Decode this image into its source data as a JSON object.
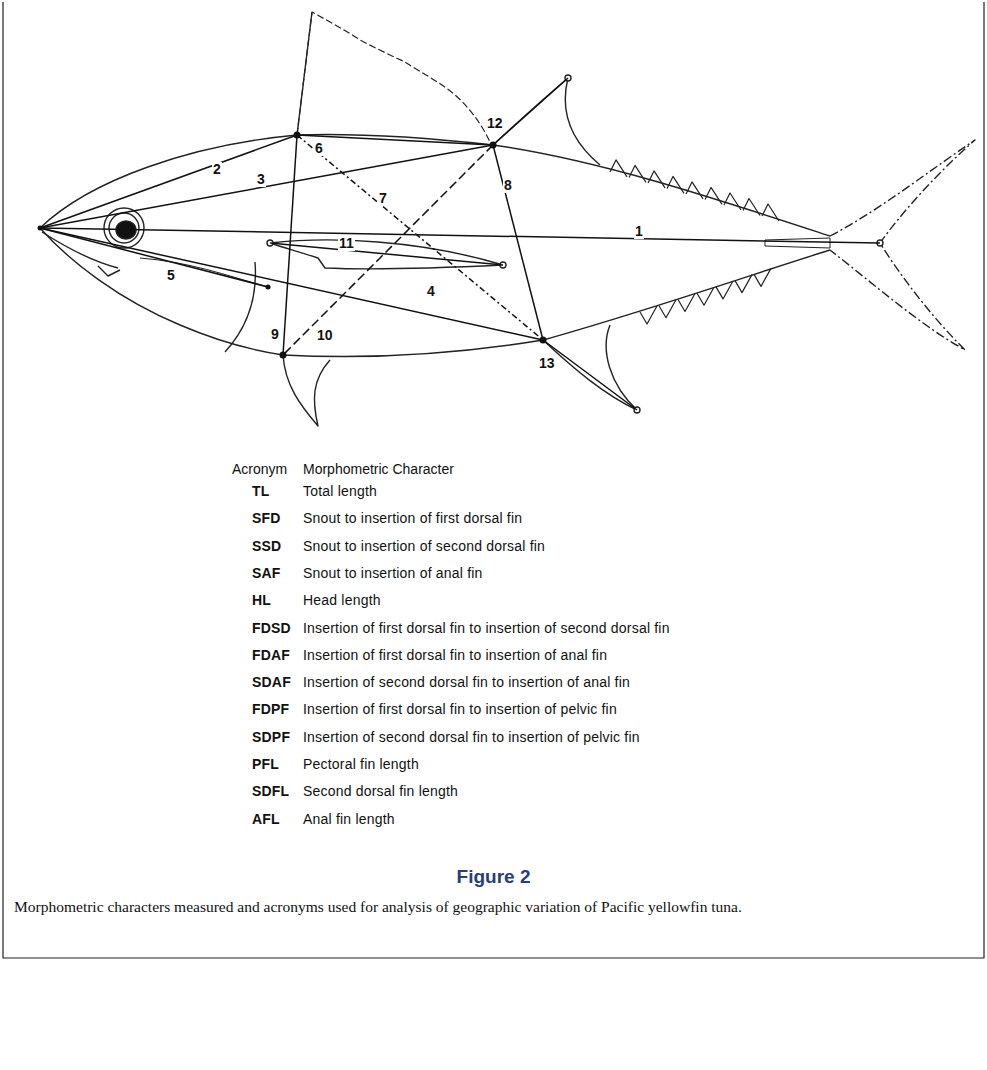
{
  "diagram": {
    "title": "Figure 2",
    "caption": "Morphometric characters measured and acronyms used for analysis of geographic variation of Pacific yellowfin tuna.",
    "labels": [
      "1",
      "2",
      "3",
      "4",
      "5",
      "6",
      "7",
      "8",
      "9",
      "10",
      "11",
      "12",
      "13",
      "Acronym",
      "Morphometric Character",
      "TL",
      "Total length",
      "SFD",
      "Snout to insertion of first dorsal fin",
      "SSD",
      "Snout to insertion of second dorsal fin",
      "SAF",
      "Snout to insertion of anal fin",
      "HL",
      "Head length",
      "FDSD",
      "Insertion of first dorsal fin to insertion of second dorsal fin",
      "FDAF",
      "Insertion of first dorsal fin to insertion of anal fin",
      "SDAF",
      "Insertion of second dorsal fin to insertion of anal fin",
      "FDPF",
      "Insertion of first dorsal fin to insertion of pelvic fin",
      "SDPF",
      "Insertion of second dorsal fin to insertion of pelvic fin",
      "PFL",
      "Pectoral fin length",
      "SDFL",
      "Second dorsal fin length",
      "AFL",
      "Anal fin length"
    ]
  }
}
